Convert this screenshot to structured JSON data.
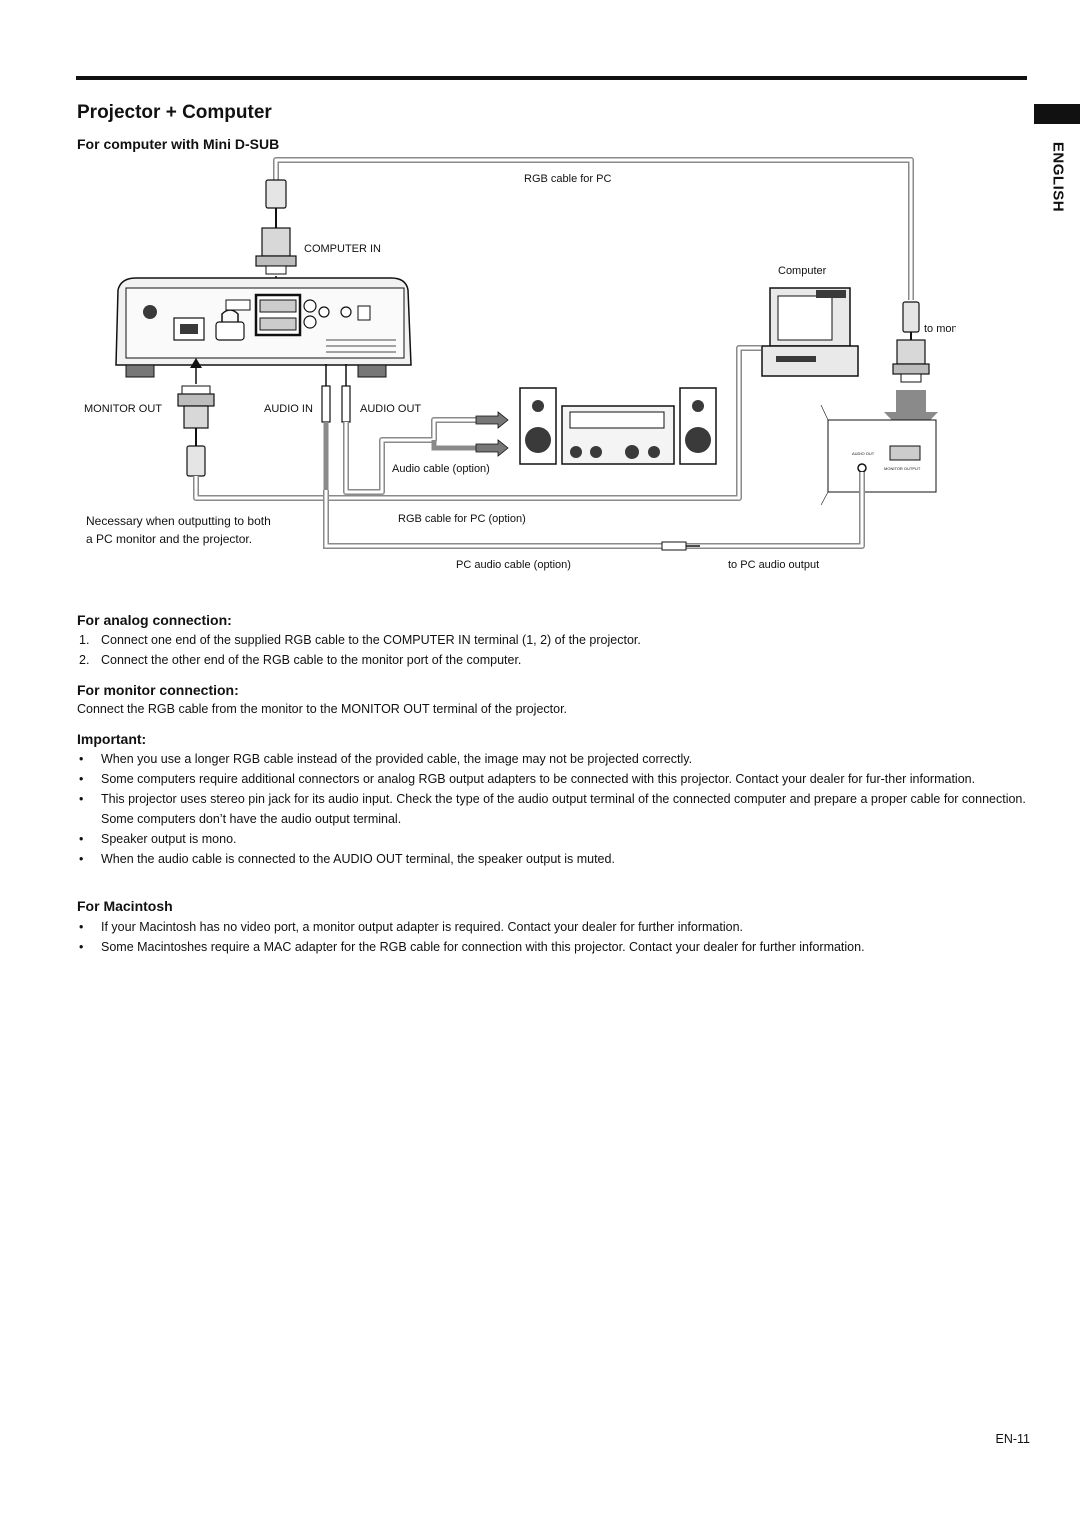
{
  "page": {
    "title": "Projector + Computer",
    "language_tab": "ENGLISH",
    "page_number": "EN-11"
  },
  "diagram": {
    "heading": "For computer with Mini D-SUB",
    "labels": {
      "rgb_cable_pc": "RGB cable for PC",
      "computer_in": "COMPUTER IN",
      "computer": "Computer",
      "to_monitor_port": "to monitor port",
      "monitor_out": "MONITOR OUT",
      "audio_in": "AUDIO IN",
      "audio_out": "AUDIO OUT",
      "audio_cable_option": "Audio cable (option)",
      "necessary_line1": "Necessary when outputting to both",
      "necessary_line2": "a PC monitor and the projector.",
      "rgb_cable_pc_option": "RGB cable for PC (option)",
      "pc_audio_cable_option": "PC audio cable (option)",
      "to_pc_audio_output": "to PC audio output",
      "pc_audio_out": "AUDIO OUT",
      "pc_monitor_output": "MONITOR OUTPUT"
    }
  },
  "analog": {
    "heading": "For analog connection:",
    "items": [
      {
        "marker": "1.",
        "text": "Connect one end of the supplied RGB cable to the COMPUTER IN terminal (1, 2) of the projector."
      },
      {
        "marker": "2.",
        "text": "Connect the other end of the RGB cable to the monitor port of the computer."
      }
    ]
  },
  "monitor": {
    "heading": "For monitor connection:",
    "text": "Connect the RGB cable from the monitor to the MONITOR OUT terminal of the projector."
  },
  "important": {
    "heading": "Important:",
    "items": [
      "When you use a longer RGB cable instead of the provided cable, the image may not be projected correctly.",
      "Some computers require additional connectors or analog RGB output adapters to be connected with this projector. Contact your dealer for fur-ther information.",
      "This projector uses stereo pin jack for its audio input. Check the type of the audio output terminal of the connected computer and prepare a proper cable for connection. Some computers don’t have the audio output terminal.",
      "Speaker output is mono.",
      "When the audio cable is connected to the AUDIO OUT terminal, the speaker output is muted."
    ]
  },
  "macintosh": {
    "heading": "For Macintosh",
    "items": [
      "If your Macintosh has no video port, a monitor output adapter is required. Contact your dealer for further information.",
      "Some Macintoshes require a MAC adapter for the RGB cable for connection with this projector. Contact your dealer for further information."
    ]
  },
  "colors": {
    "ink": "#111111",
    "cable": "#8a8a8a",
    "device_fill": "#e9e9e9",
    "device_dark": "#3a3a3a"
  }
}
